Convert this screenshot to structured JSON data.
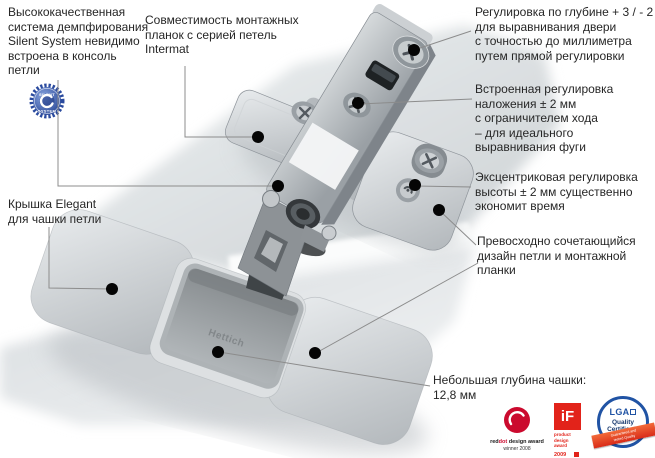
{
  "annotations": {
    "damping_system": "Высококачественная\nсистема демпфирования\nSilent System невидимо\nвстроена в консоль\nпетли",
    "plate_compatibility": "Совместимость монтажных\nпланок с серией петель\nIntermat",
    "depth_adjustment": "Регулировка по глубине + 3 / - 2 мм\nдля выравнивания двери\nс точностью до миллиметра\nпутем прямой регулировки",
    "overlay_adjustment": "Встроенная регулировка\nналожения ± 2 мм\nс ограничителем хода\n– для идеального\nвыравнивания фуги",
    "height_adjustment": "Эксцентриковая регулировка\nвысоты ± 2 мм существенно\nэкономит время",
    "matching_design": "Превосходно сочетающийся\nдизайн петли и монтажной\nпланки",
    "cup_depth": "Небольшая глубина чашки:\n12,8 мм",
    "elegant_cover": "Крышка Elegant\nдля чашки петли"
  },
  "badge": {
    "top": "SILENT",
    "bottom": "SYSTEM"
  },
  "product": {
    "embossed_logo": "Hettich"
  },
  "awards": {
    "reddot": {
      "word_red": "red",
      "word_dot": "dot",
      "word_rest": " design award",
      "winner": "winner 2008"
    },
    "if_award": {
      "glyph": "iF",
      "line1": "product",
      "line2": "design",
      "line3": "award",
      "year": "2009"
    },
    "lga": {
      "name": "LGA",
      "quality": "Quality",
      "certificate": "Certificate",
      "ribbon_line1": "Guaranteed and",
      "ribbon_line2": "tested Quality"
    }
  },
  "colors": {
    "text_dark": "#262626",
    "leader_gray": "#8c8c8c",
    "marker_black": "#050505",
    "badge_blue": "#2a4a9e",
    "reddot_red": "#cb0a2e",
    "if_red": "#e2231a",
    "lga_blue": "#2053a4",
    "lga_ribbon_orange": "#e8431f",
    "metal_light": "#e9ecee",
    "metal_dark": "#9fa5aa"
  }
}
